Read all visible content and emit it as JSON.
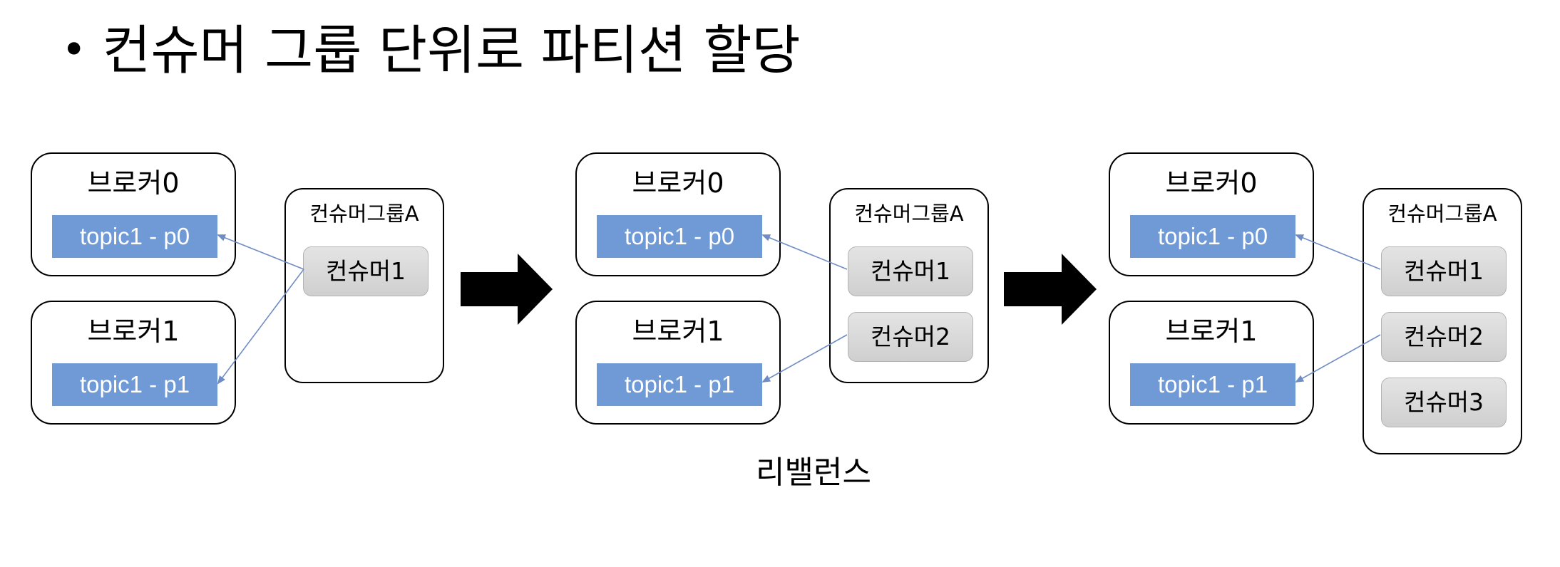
{
  "title": {
    "bullet": "•",
    "text": "컨슈머 그룹 단위로 파티션 할당"
  },
  "caption": "리밸런스",
  "colors": {
    "partition": "#6f9ad6",
    "consumer": "#d9d9d9",
    "link": "#6f8cc4",
    "arrow": "#000000"
  },
  "panels": [
    {
      "brokers": [
        {
          "name": "브로커0",
          "partition": "topic1 - p0"
        },
        {
          "name": "브로커1",
          "partition": "topic1 - p1"
        }
      ],
      "group": {
        "name": "컨슈머그룹A",
        "consumers": [
          "컨슈머1"
        ]
      },
      "assignments": [
        {
          "consumer": "컨슈머1",
          "partition": "topic1 - p0"
        },
        {
          "consumer": "컨슈머1",
          "partition": "topic1 - p1"
        }
      ]
    },
    {
      "brokers": [
        {
          "name": "브로커0",
          "partition": "topic1 - p0"
        },
        {
          "name": "브로커1",
          "partition": "topic1 - p1"
        }
      ],
      "group": {
        "name": "컨슈머그룹A",
        "consumers": [
          "컨슈머1",
          "컨슈머2"
        ]
      },
      "assignments": [
        {
          "consumer": "컨슈머1",
          "partition": "topic1 - p0"
        },
        {
          "consumer": "컨슈머2",
          "partition": "topic1 - p1"
        }
      ]
    },
    {
      "brokers": [
        {
          "name": "브로커0",
          "partition": "topic1 - p0"
        },
        {
          "name": "브로커1",
          "partition": "topic1 - p1"
        }
      ],
      "group": {
        "name": "컨슈머그룹A",
        "consumers": [
          "컨슈머1",
          "컨슈머2",
          "컨슈머3"
        ]
      },
      "assignments": [
        {
          "consumer": "컨슈머1",
          "partition": "topic1 - p0"
        },
        {
          "consumer": "컨슈머2",
          "partition": "topic1 - p1"
        }
      ]
    }
  ]
}
